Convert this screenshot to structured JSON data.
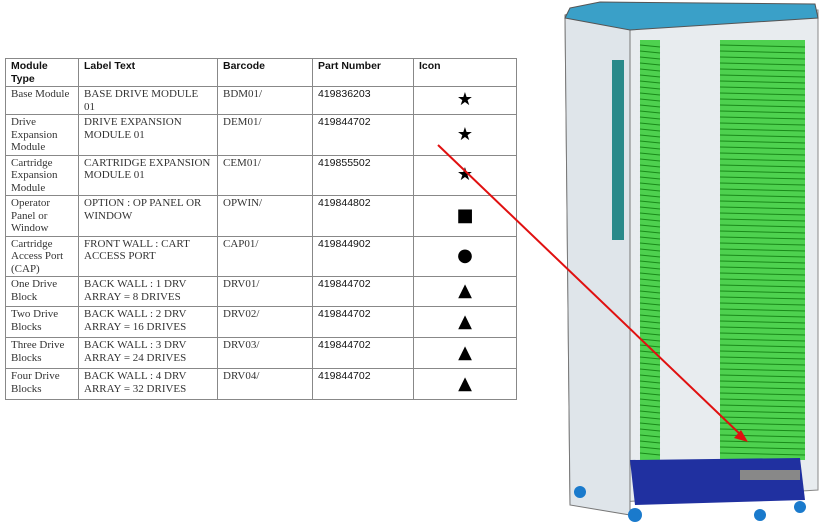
{
  "table": {
    "headers": [
      "Module Type",
      "Label Text",
      "Barcode",
      "Part Number",
      "Icon"
    ],
    "rows": [
      {
        "type": "Base Module",
        "label": "BASE DRIVE MODULE 01",
        "barcode": "BDM01/",
        "part": "419836203",
        "icon": "star-icon"
      },
      {
        "type": "Drive Expansion Module",
        "label": "DRIVE EXPANSION MODULE 01",
        "barcode": "DEM01/",
        "part": "419844702",
        "icon": "star-icon"
      },
      {
        "type": "Cartridge Expansion Module",
        "label": "CARTRIDGE EXPANSION MODULE 01",
        "barcode": "CEM01/",
        "part": "419855502",
        "icon": "star-icon"
      },
      {
        "type": "Operator Panel or Window",
        "label": "OPTION : OP PANEL OR WINDOW",
        "barcode": "OPWIN/",
        "part": "419844802",
        "icon": "square-icon"
      },
      {
        "type": "Cartridge Access Port (CAP)",
        "label": "FRONT WALL : CART ACCESS PORT",
        "barcode": "CAP01/",
        "part": "419844902",
        "icon": "circle-icon"
      },
      {
        "type": "One Drive Block",
        "label": "BACK WALL : 1 DRV ARRAY = 8 DRIVES",
        "barcode": "DRV01/",
        "part": "419844702",
        "icon": "triangle-icon"
      },
      {
        "type": "Two Drive Blocks",
        "label": "BACK WALL : 2 DRV ARRAY = 16 DRIVES",
        "barcode": "DRV02/",
        "part": "419844702",
        "icon": "triangle-icon"
      },
      {
        "type": "Three Drive Blocks",
        "label": "BACK WALL : 3 DRV ARRAY = 24 DRIVES",
        "barcode": "DRV03/",
        "part": "419844702",
        "icon": "triangle-icon"
      },
      {
        "type": "Four Drive Blocks",
        "label": "BACK WALL : 4 DRV ARRAY = 32 DRIVES",
        "barcode": "DRV04/",
        "part": "419844702",
        "icon": "triangle-icon"
      }
    ]
  },
  "colors": {
    "arrow": "#e01010",
    "slots": "#33cc33",
    "top": "#3aa0c8",
    "base": "#2030a0",
    "wall": "#e8ecef"
  }
}
